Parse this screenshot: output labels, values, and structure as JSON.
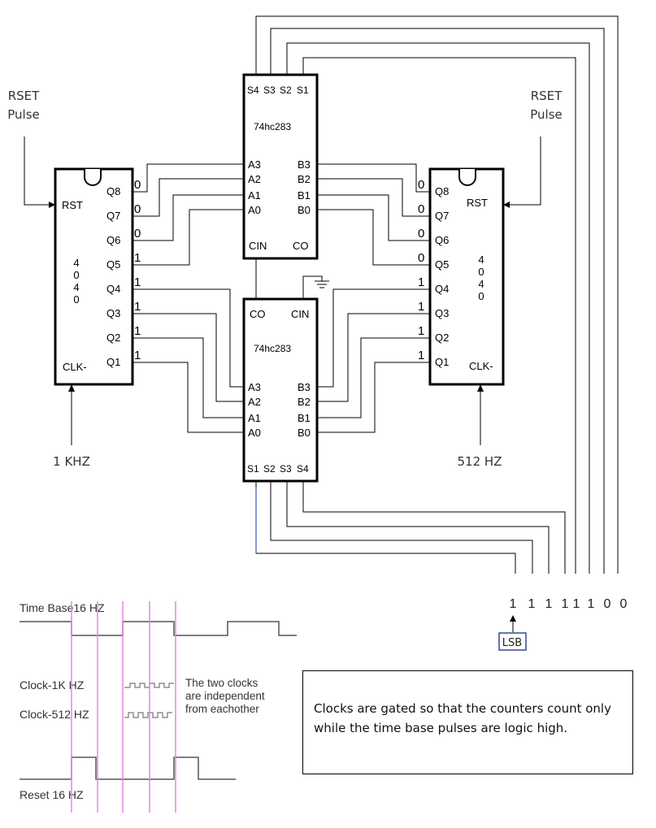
{
  "left_counter": {
    "reset_label": "RSET\nPulse",
    "rst": "RST",
    "part": "4\n0\n4\n0",
    "clk": "CLK-",
    "clock_in": "1 KHZ",
    "outputs": [
      "Q8",
      "Q7",
      "Q6",
      "Q5",
      "Q4",
      "Q3",
      "Q2",
      "Q1"
    ],
    "bits": [
      "0",
      "0",
      "0",
      "1",
      "1",
      "1",
      "1",
      "1"
    ]
  },
  "right_counter": {
    "reset_label": "RSET\nPulse",
    "rst": "RST",
    "part": "4\n0\n4\n0",
    "clk": "CLK-",
    "clock_in": "512 HZ",
    "outputs": [
      "Q8",
      "Q7",
      "Q6",
      "Q5",
      "Q4",
      "Q3",
      "Q2",
      "Q1"
    ],
    "bits": [
      "0",
      "0",
      "0",
      "0",
      "1",
      "1",
      "1",
      "1"
    ]
  },
  "upper_adder": {
    "part": "74hc283",
    "sums": [
      "S4",
      "S3",
      "S2",
      "S1"
    ],
    "a_inputs": [
      "A3",
      "A2",
      "A1",
      "A0"
    ],
    "b_inputs": [
      "B3",
      "B2",
      "B1",
      "B0"
    ],
    "cin": "CIN",
    "co": "CO"
  },
  "lower_adder": {
    "part": "74hc283",
    "co": "CO",
    "cin": "CIN",
    "a_inputs": [
      "A3",
      "A2",
      "A1",
      "A0"
    ],
    "b_inputs": [
      "B3",
      "B2",
      "B1",
      "B0"
    ],
    "sums": [
      "S1",
      "S2",
      "S3",
      "S4"
    ]
  },
  "result": {
    "bits": [
      "1",
      "1",
      "1",
      "1",
      "1",
      "1",
      "0",
      "0"
    ],
    "lsb_label": "LSB"
  },
  "timing": {
    "time_base": "Time Base16 HZ",
    "clock_1k": "Clock-1K HZ",
    "clock_512": "Clock-512 HZ",
    "reset": "Reset 16 HZ",
    "clocks_note": "The two clocks\nare independent\nfrom eachother"
  },
  "note": "Clocks are gated so that the counters count only while the time base pulses are logic high.",
  "colors": {
    "line": "#000000",
    "marker": "#e884e0",
    "wave": "#555555",
    "lsb_box": "#2b4f8e",
    "ground_wire": "#3b5bb5"
  }
}
